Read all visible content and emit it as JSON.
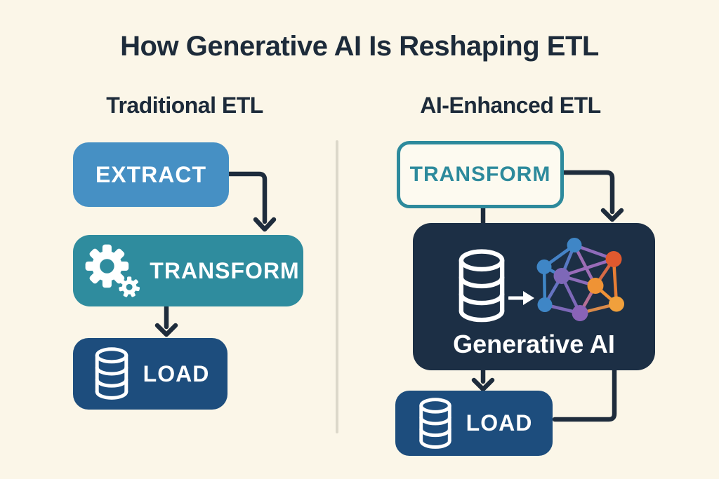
{
  "title": "How Generative AI Is Reshaping ETL",
  "traditional": {
    "header": "Traditional ETL",
    "extract_label": "EXTRACT",
    "transform_label": "TRANSFORM",
    "load_label": "LOAD"
  },
  "ai_enhanced": {
    "header": "AI-Enhanced ETL",
    "transform_label": "TRANSFORM",
    "generative_ai_label": "Generative AI",
    "load_label": "LOAD"
  },
  "icons": {
    "gear": "gear-icon",
    "database": "database-icon",
    "neural_network": "neural-network-icon",
    "data_flow_arrow": "arrow-right-icon"
  },
  "colors": {
    "background": "#fbf6e8",
    "title_text": "#1d2b3a",
    "extract_blue": "#4690c4",
    "transform_teal": "#2f8c9e",
    "load_navy": "#1d4d7d",
    "genai_dark": "#1c2f45",
    "connector": "#1e2c3c",
    "teal_outline": "#2d8a9c",
    "divider": "#dcd8ca",
    "card_cream": "#fdfaf0",
    "node_blue": "#3f86c6",
    "node_purple": "#7e68b8",
    "node_red_orange": "#e0592e",
    "node_orange": "#ef9335",
    "node_light_orange": "#f0a03c"
  }
}
